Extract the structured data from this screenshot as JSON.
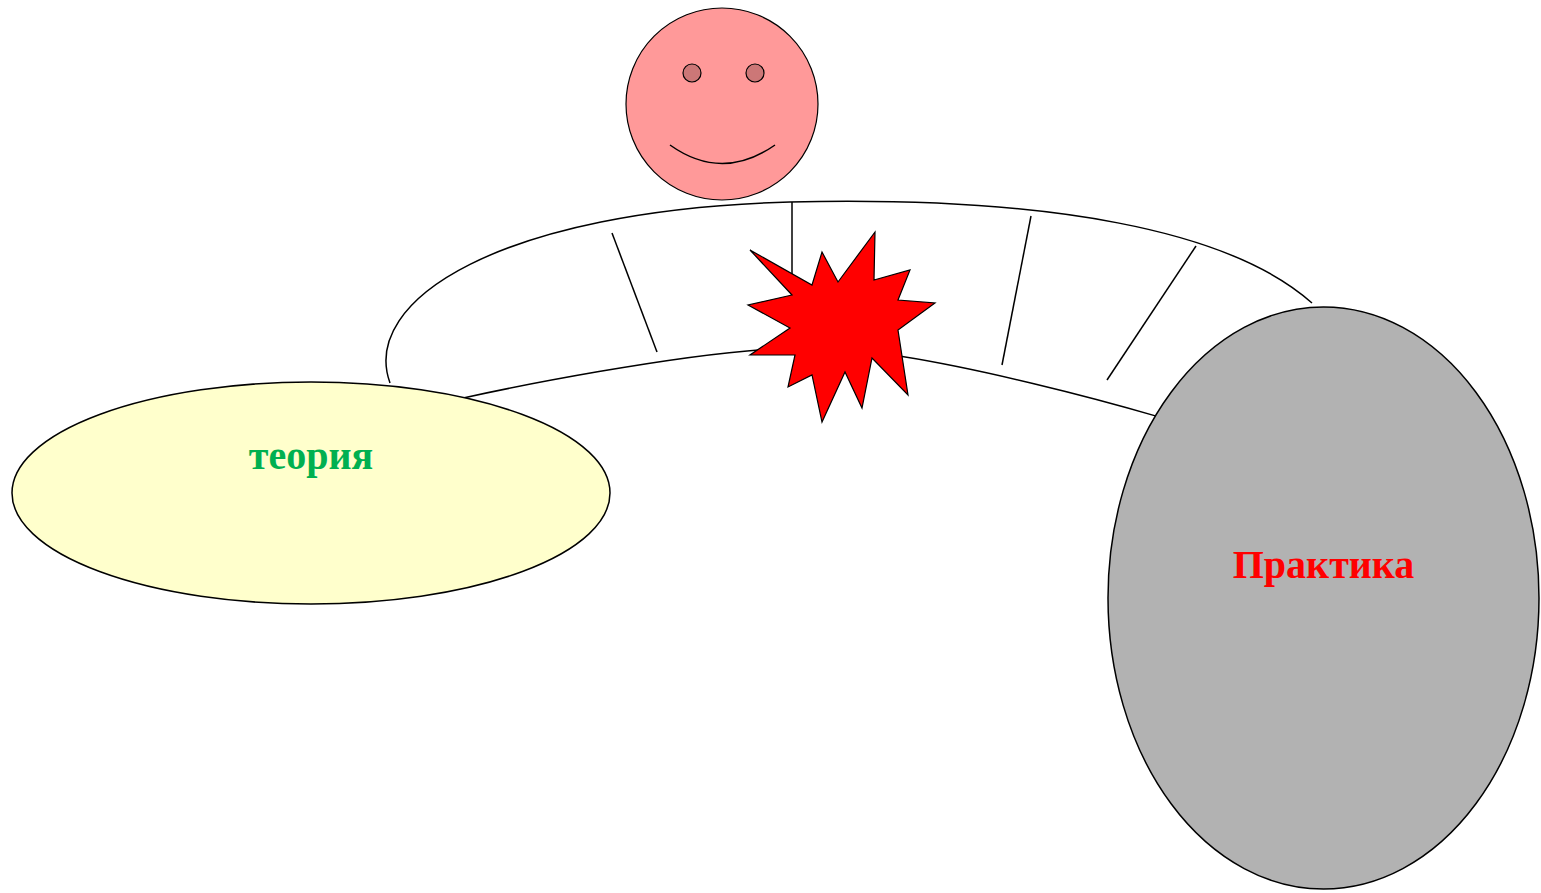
{
  "diagram": {
    "nodes": [
      {
        "text": [
          "теория"
        ]
      },
      {
        "text": [
          "Практика"
        ]
      }
    ],
    "edges": [
      {
        "from": 0,
        "to": 1,
        "arrow": "none"
      }
    ]
  }
}
